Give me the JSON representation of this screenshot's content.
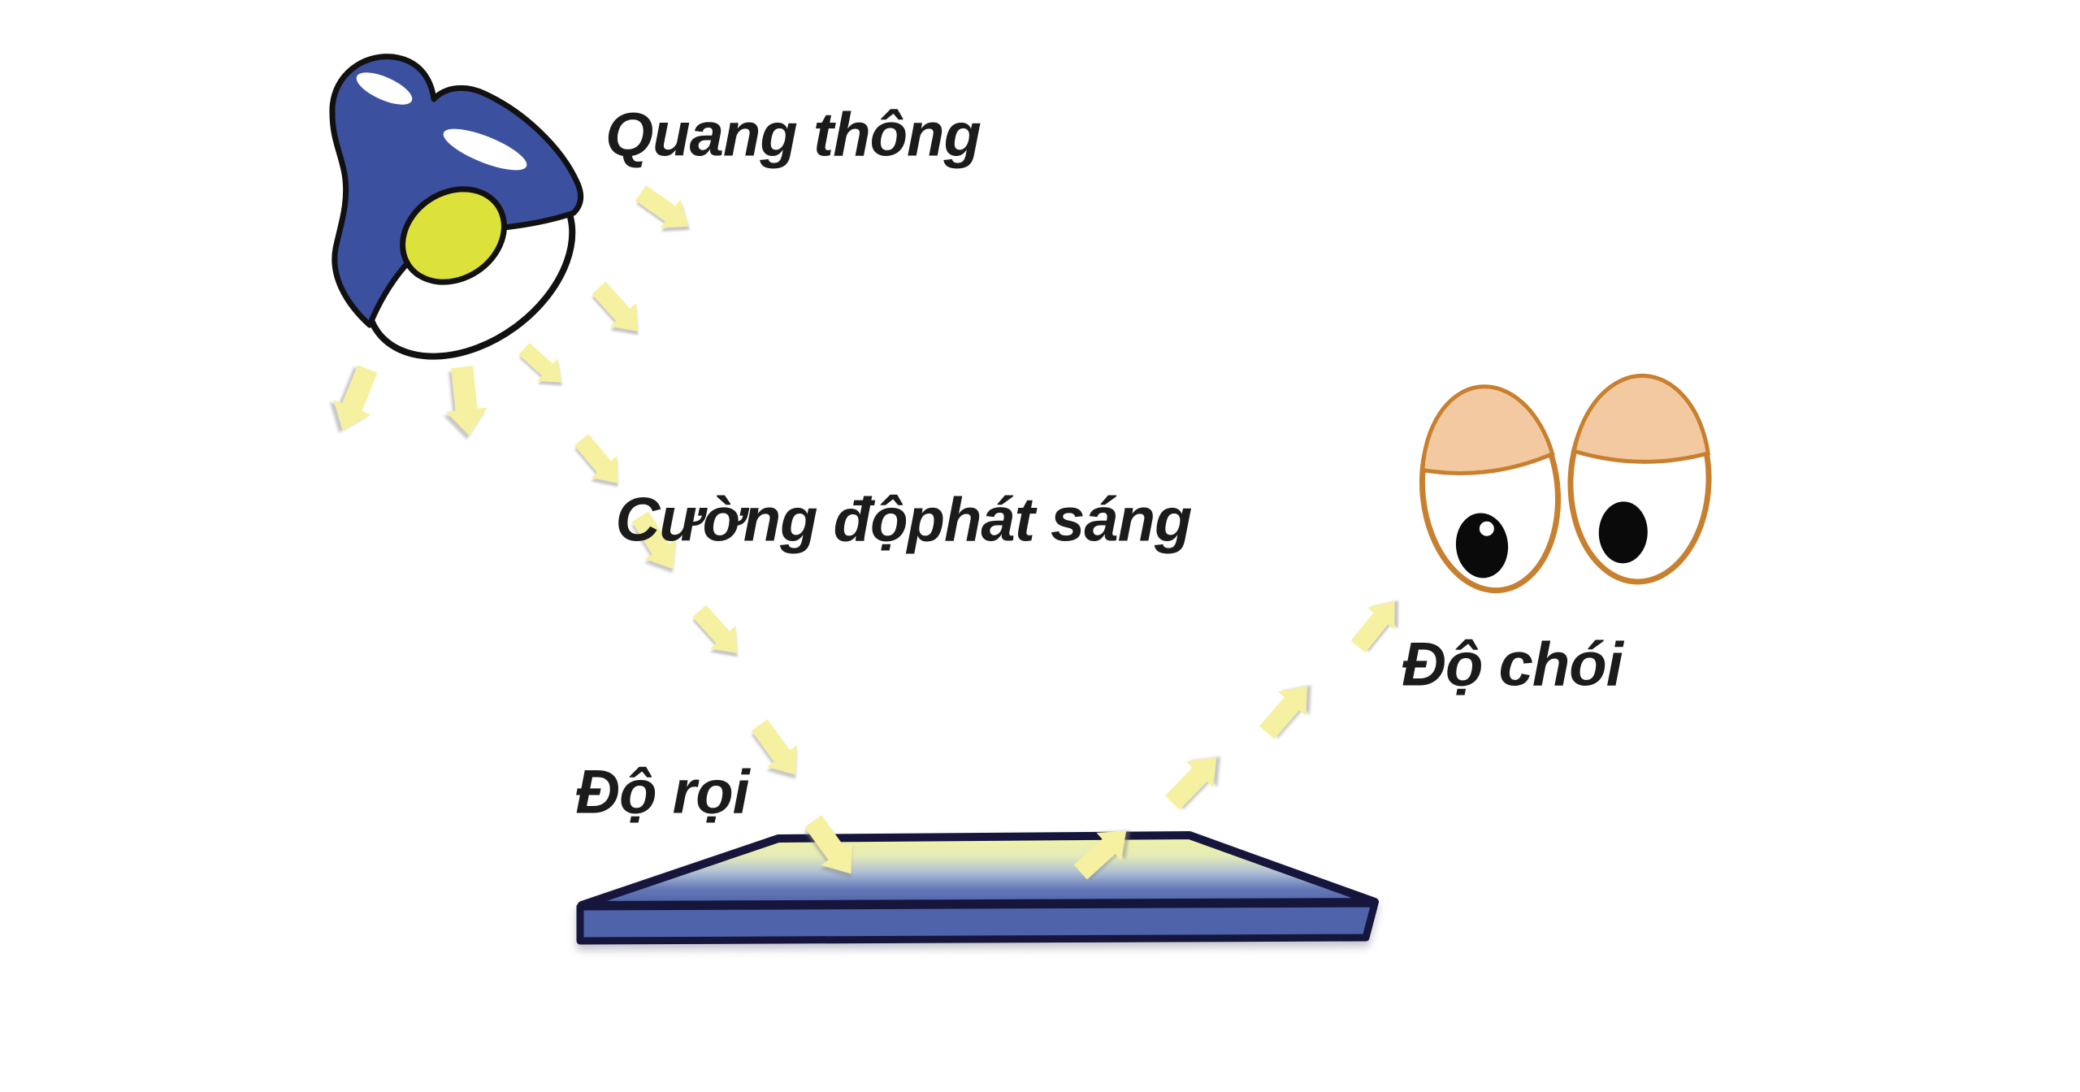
{
  "diagram": {
    "background": "#ffffff",
    "labels": {
      "luminous_flux": "Quang thông",
      "luminous_intensity": "Cường độphát sáng",
      "illuminance": "Độ rọi",
      "luminance": "Độ chói"
    },
    "colors": {
      "background": "#ffffff",
      "text": "#1b1b1b",
      "lamp_shade": "#3c50a0",
      "lamp_bulb": "#dde23b",
      "lamp_outline": "#111111",
      "arrow_yellow": "#f5f1a0",
      "surface_border": "#16163c",
      "surface_front": "#4e63aa",
      "surface_glow_top": "#f2f4a3",
      "surface_blue": "#4b60a8",
      "eye_outline": "#c8802f",
      "eye_lid": "#f2c9a1",
      "pupil": "#0a0a0a"
    },
    "icons": {
      "light_source": "desk-lamp-icon",
      "observer": "eyes-icon",
      "lit_surface": "illuminated-surface",
      "light_direction": "light-ray-arrow-icon"
    }
  }
}
